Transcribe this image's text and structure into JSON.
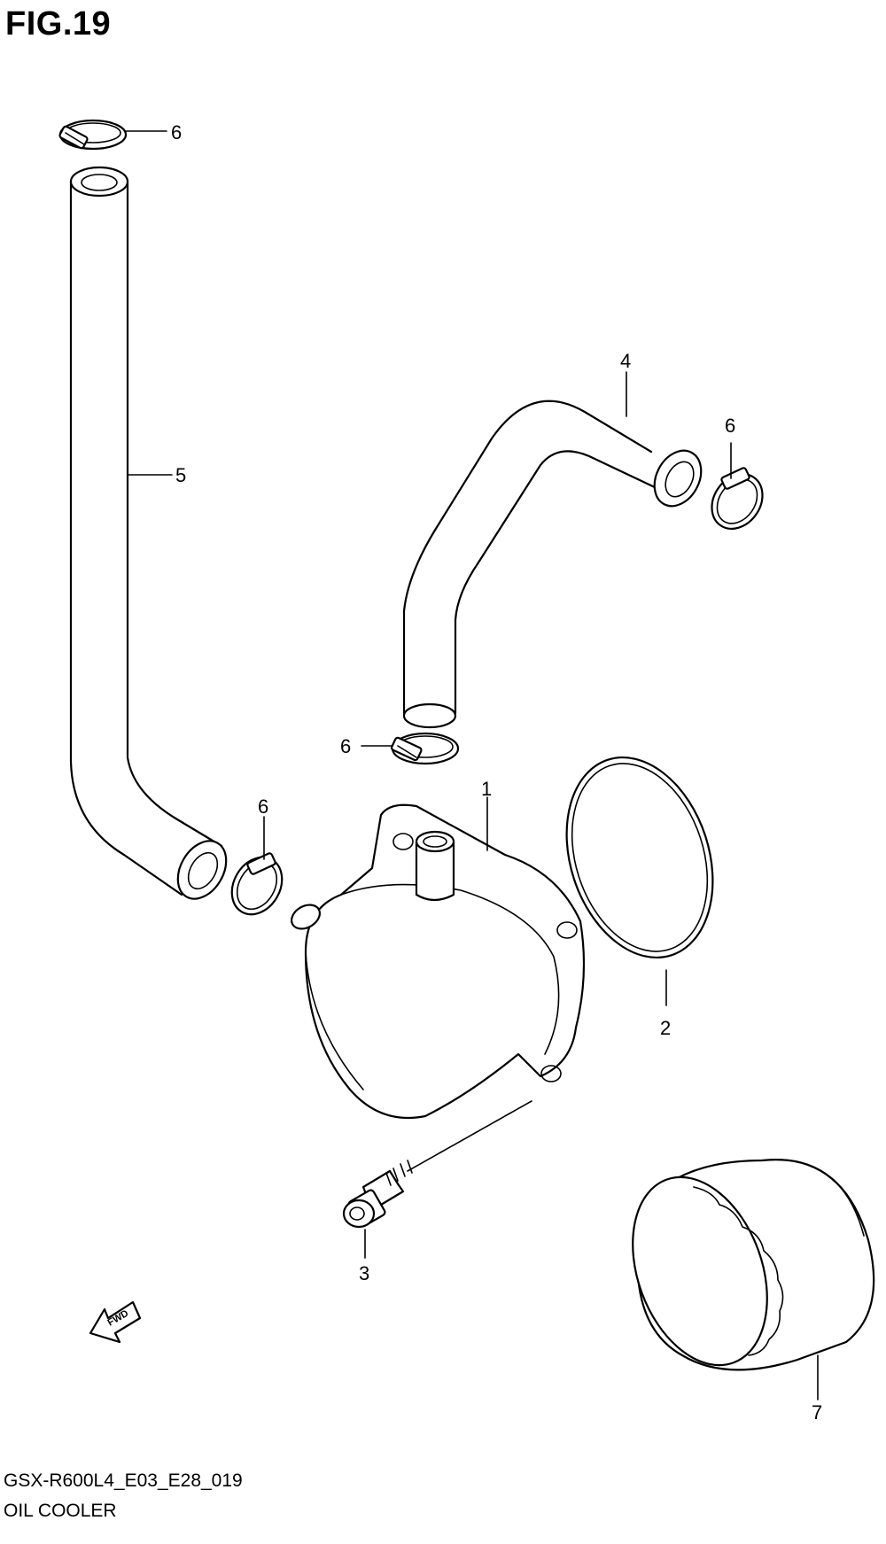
{
  "figure": {
    "title": "FIG.19",
    "code": "GSX-R600L4_E03_E28_019",
    "name": "OIL COOLER"
  },
  "callouts": [
    "1",
    "2",
    "3",
    "4",
    "5",
    "6",
    "7"
  ],
  "fwd_label": "FWD",
  "parts": [
    {
      "callout": "1",
      "part": "oil-cooler"
    },
    {
      "callout": "2",
      "part": "o-ring"
    },
    {
      "callout": "3",
      "part": "bolt"
    },
    {
      "callout": "4",
      "part": "hose"
    },
    {
      "callout": "5",
      "part": "hose"
    },
    {
      "callout": "6",
      "part": "hose-clamp"
    },
    {
      "callout": "7",
      "part": "oil-filter"
    }
  ]
}
